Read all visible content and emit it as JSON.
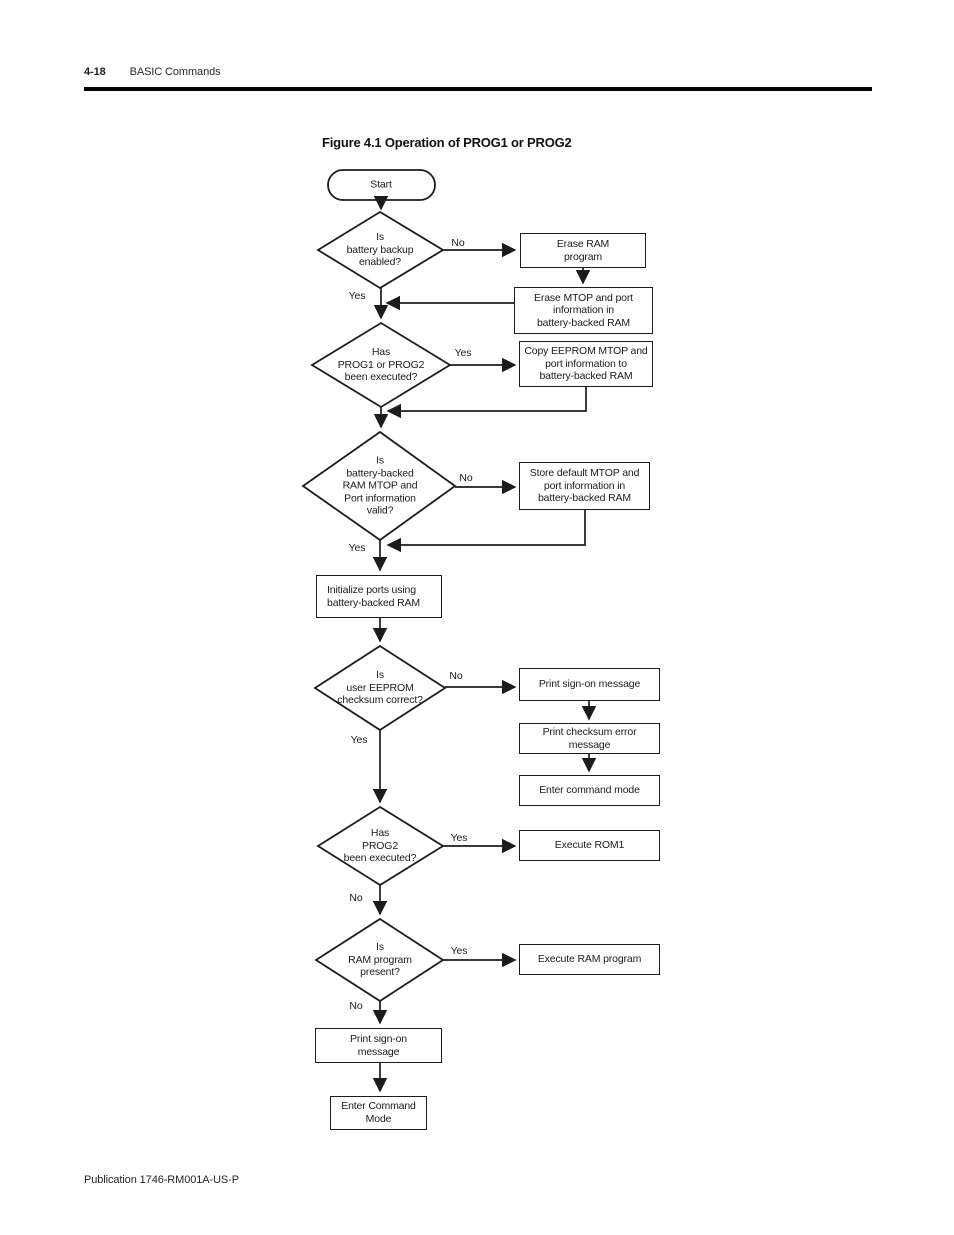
{
  "page": {
    "header": {
      "page_number": "4-18",
      "section_title": "BASIC Commands"
    },
    "figure_title": "Figure 4.1 Operation of PROG1 or PROG2",
    "footer": "Publication 1746-RM001A-US-P"
  },
  "flowchart": {
    "start": "Start",
    "decisions": {
      "battery_backup": "Is\nbattery backup\nenabled?",
      "prog1_prog2_executed": "Has\nPROG1 or PROG2\nbeen executed?",
      "ram_mtop_valid": "Is\nbattery-backed\nRAM MTOP and\nPort information\nvalid?",
      "eeprom_checksum": "Is\nuser EEPROM\nchecksum correct?",
      "prog2_executed": "Has\nPROG2\nbeen executed?",
      "ram_program_present": "Is\nRAM program\npresent?"
    },
    "processes": {
      "erase_ram_program": "Erase RAM\nprogram",
      "erase_mtop": "Erase MTOP and port\ninformation in\nbattery-backed RAM",
      "copy_eeprom_mtop": "Copy EEPROM MTOP and\nport information to\nbattery-backed RAM",
      "store_default_mtop": "Store default MTOP and\nport information in\nbattery-backed RAM",
      "initialize_ports": "Initialize ports using\nbattery-backed RAM",
      "print_signon_message": "Print sign-on message",
      "print_checksum_error": "Print checksum error\nmessage",
      "enter_command_mode": "Enter command mode",
      "execute_rom1": "Execute ROM1",
      "execute_ram_program": "Execute RAM program",
      "print_signon_message_2": "Print sign-on\nmessage",
      "enter_command_mode_2": "Enter Command\nMode"
    },
    "edge_labels": {
      "battery_no": "No",
      "battery_yes": "Yes",
      "prog1_yes": "Yes",
      "valid_no": "No",
      "valid_yes": "Yes",
      "checksum_no": "No",
      "checksum_yes": "Yes",
      "prog2_yes": "Yes",
      "prog2_no": "No",
      "ram_present_yes": "Yes",
      "ram_present_no": "No"
    }
  }
}
